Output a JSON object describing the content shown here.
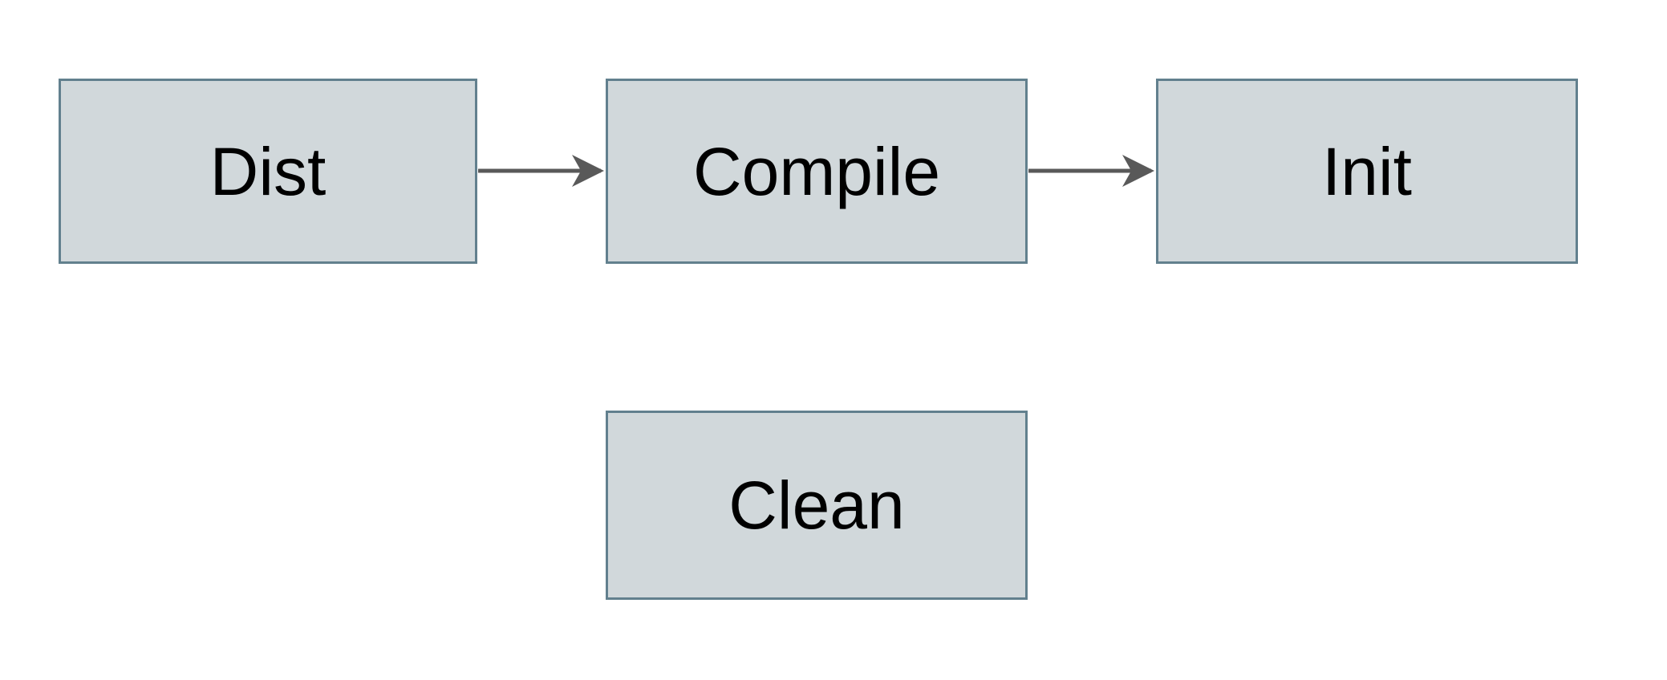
{
  "diagram": {
    "title": "build-tasks-flow",
    "background_color": "#ffffff",
    "colors": {
      "node_fill": "#d1d8db",
      "node_border": "#62808e",
      "arrow": "#595959",
      "text": "#000000"
    },
    "nodes": [
      {
        "id": "dist",
        "label": "Dist"
      },
      {
        "id": "compile",
        "label": "Compile"
      },
      {
        "id": "init",
        "label": "Init"
      },
      {
        "id": "clean",
        "label": "Clean"
      }
    ],
    "edges": [
      {
        "from": "dist",
        "to": "compile",
        "type": "arrow"
      },
      {
        "from": "compile",
        "to": "init",
        "type": "arrow"
      }
    ]
  }
}
